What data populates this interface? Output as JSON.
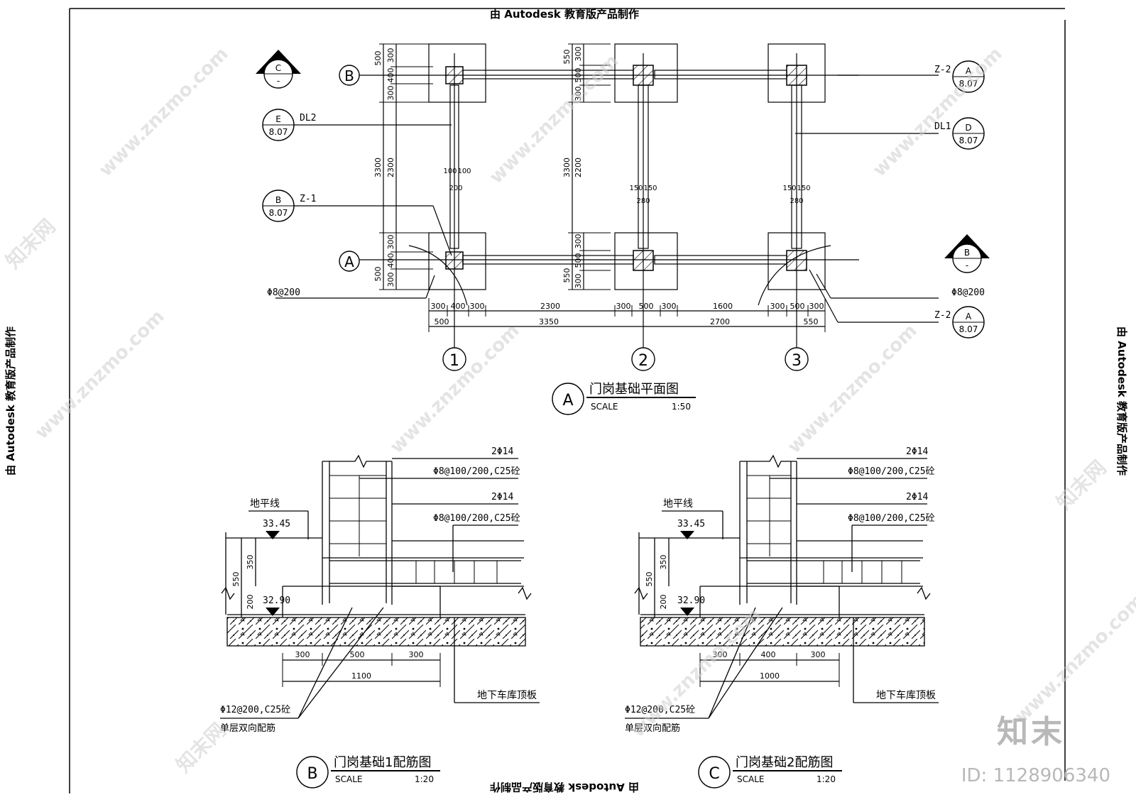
{
  "edu_banner": "由 Autodesk 教育版产品制作",
  "watermark_text": "www.znzmo.com",
  "watermark_cn": "知末网",
  "brand": {
    "name": "知末",
    "id": "ID: 1128906340"
  },
  "plan": {
    "title": "门岗基础平面图",
    "scale_label": "SCALE",
    "scale": "1:50",
    "bubble": "A",
    "axes_y": [
      "B",
      "A"
    ],
    "axes_x": [
      "1",
      "2",
      "3"
    ],
    "dims_bottom_1": [
      "300",
      "400",
      "300",
      "2300",
      "300",
      "500",
      "300",
      "1600",
      "300",
      "500",
      "300"
    ],
    "dims_bottom_2": [
      "500",
      "3350",
      "2700",
      "550"
    ],
    "dims_left_top": [
      "500",
      "300",
      "400",
      "300"
    ],
    "dims_left_main": [
      "3300",
      "2300"
    ],
    "dims_left_bottom": [
      "300",
      "400",
      "300",
      "500"
    ],
    "dims_mid": [
      "550",
      "300",
      "500",
      "300",
      "3300",
      "2200"
    ],
    "beam_dims": [
      "100",
      "100",
      "200",
      "150",
      "150",
      "280"
    ],
    "callouts": {
      "section_c": {
        "num": "C",
        "sheet": "-"
      },
      "section_b": {
        "num": "B",
        "sheet": "-"
      },
      "e_dl2": {
        "num": "E",
        "sheet": "8.07",
        "label": "DL2"
      },
      "b_z1": {
        "num": "B",
        "sheet": "8.07",
        "label": "Z-1"
      },
      "a_z2_top": {
        "num": "A",
        "sheet": "8.07",
        "label": "Z-2"
      },
      "d_dl1": {
        "num": "D",
        "sheet": "8.07",
        "label": "DL1"
      },
      "a_z2_bot": {
        "num": "A",
        "sheet": "8.07",
        "label": "Z-2"
      }
    },
    "rebar_left": "Φ8@200",
    "rebar_right": "Φ8@200"
  },
  "detail1": {
    "title": "门岗基础1配筋图",
    "scale_label": "SCALE",
    "scale": "1:20",
    "bubble": "B",
    "notes": [
      "2Φ14",
      "Φ8@100/200,C25砼",
      "2Φ14",
      "Φ8@100/200,C25砼"
    ],
    "ground_label": "地平线",
    "elev_top": "33.45",
    "elev_bot": "32.90",
    "dims_v": [
      "550",
      "350",
      "200"
    ],
    "dims_h": [
      "300",
      "500",
      "300"
    ],
    "dim_total": "1100",
    "slab_rebar": "Φ12@200,C25砼",
    "slab_rebar2": "单层双向配筋",
    "garage": "地下车库顶板"
  },
  "detail2": {
    "title": "门岗基础2配筋图",
    "scale_label": "SCALE",
    "scale": "1:20",
    "bubble": "C",
    "notes": [
      "2Φ14",
      "Φ8@100/200,C25砼",
      "2Φ14",
      "Φ8@100/200,C25砼"
    ],
    "ground_label": "地平线",
    "elev_top": "33.45",
    "elev_bot": "32.90",
    "dims_v": [
      "550",
      "350",
      "200"
    ],
    "dims_h": [
      "300",
      "400",
      "300"
    ],
    "dim_total": "1000",
    "slab_rebar": "Φ12@200,C25砼",
    "slab_rebar2": "单层双向配筋",
    "garage": "地下车库顶板"
  }
}
